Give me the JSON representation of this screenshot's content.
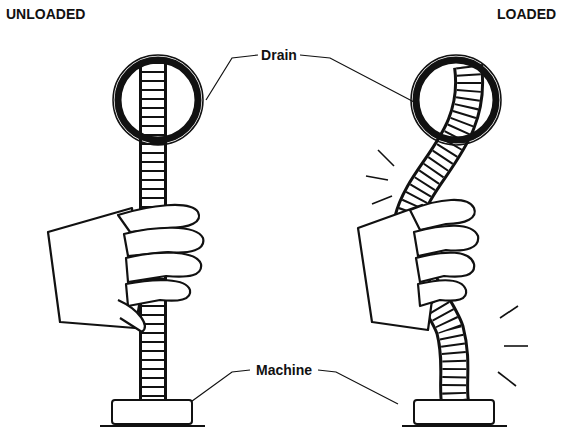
{
  "diagram": {
    "labels": [
      "UNLOADED",
      "LOADED",
      "Drain",
      "Machine"
    ]
  }
}
